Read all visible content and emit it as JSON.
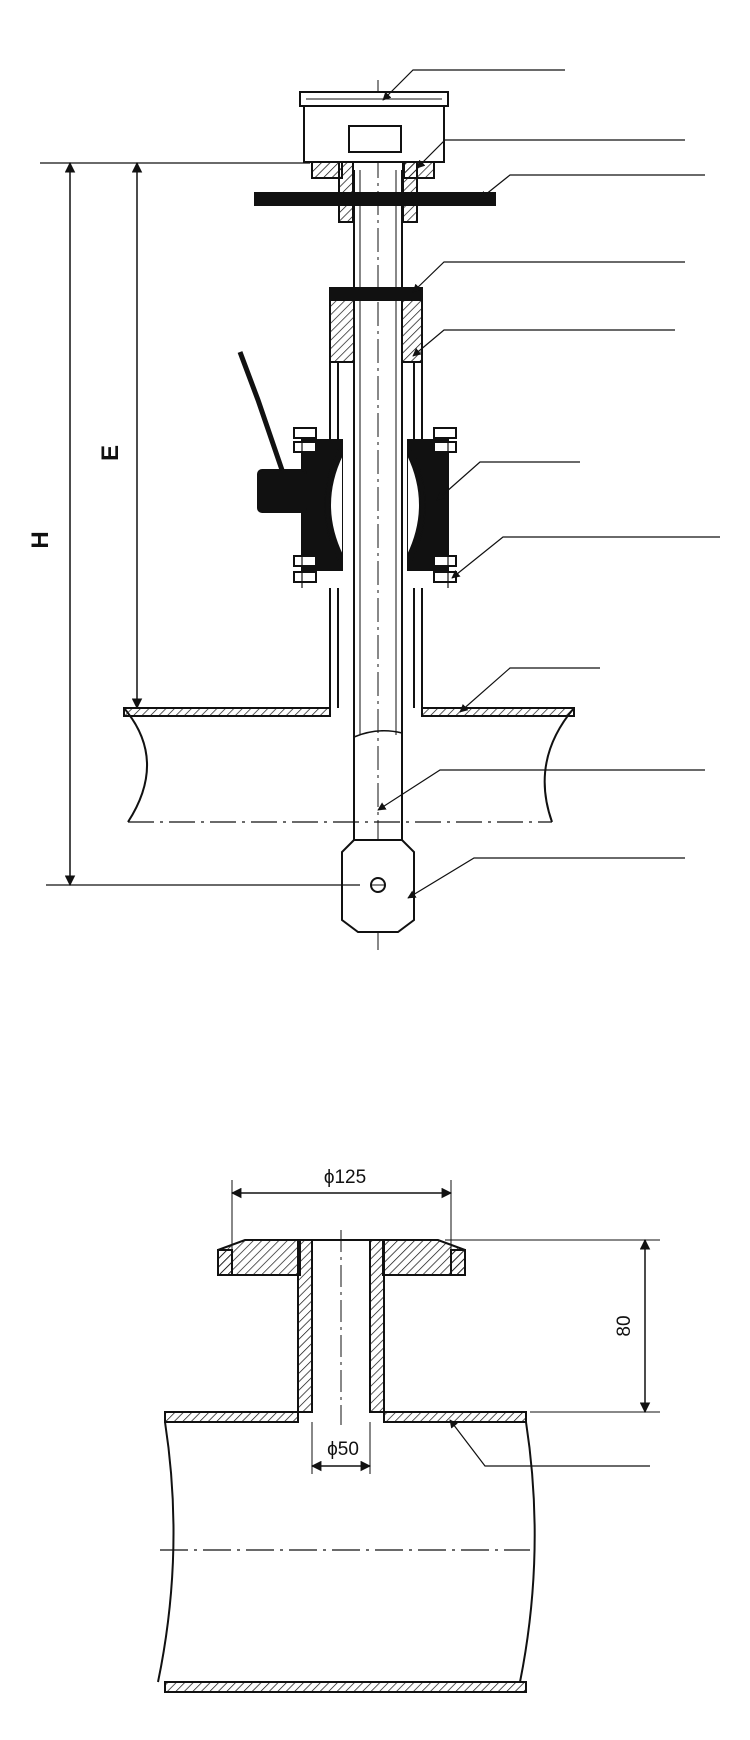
{
  "dimensions": {
    "overall_height": "H",
    "insertion_length": "E",
    "flange_diameter": "ϕ125",
    "nozzle_bore": "ϕ50",
    "nozzle_height": "80"
  },
  "colors": {
    "ink": "#111111",
    "background": "#ffffff"
  }
}
